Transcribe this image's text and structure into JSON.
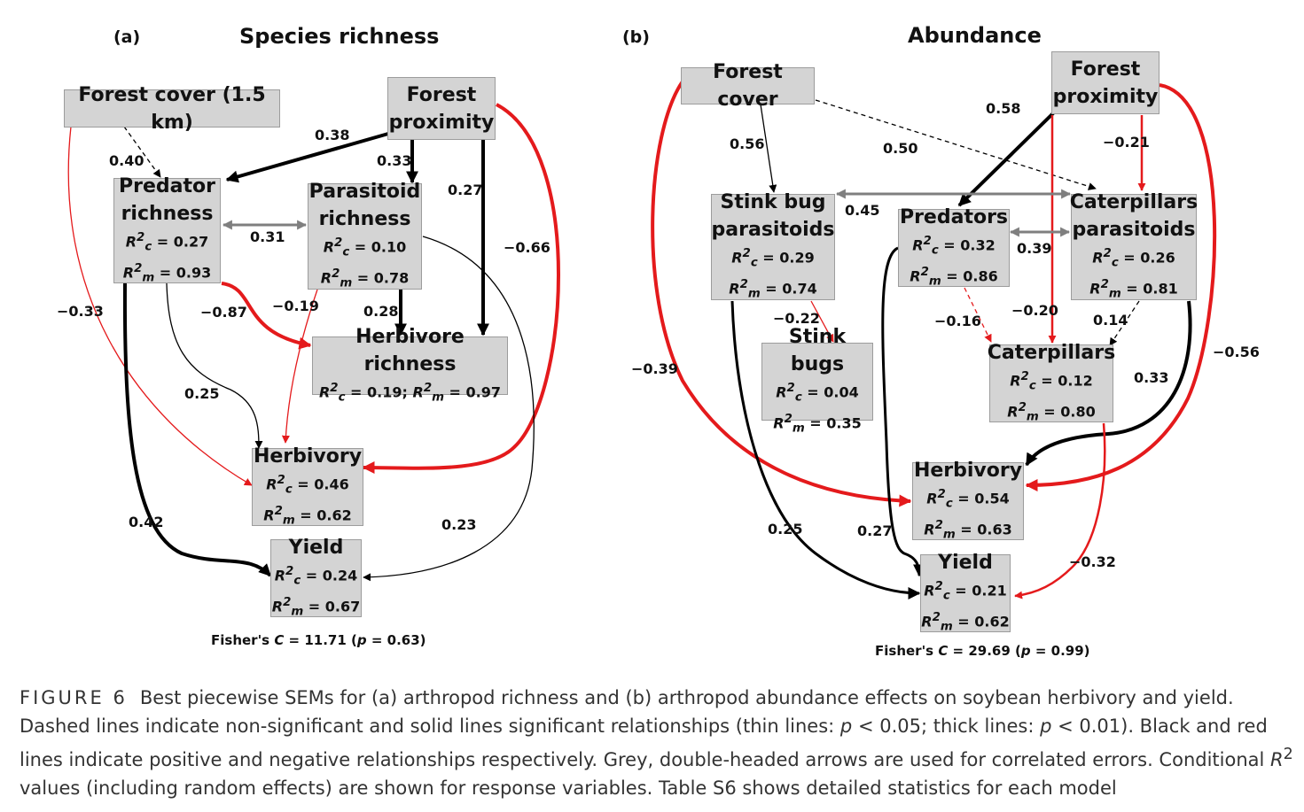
{
  "panel_a": {
    "letter": "(a)",
    "title": "Species richness",
    "nodes": {
      "forest_cover": {
        "title": "Forest cover (1.5 km)"
      },
      "forest_proximity": {
        "line1": "Forest",
        "line2": "proximity"
      },
      "predator": {
        "line1": "Predator",
        "line2": "richness",
        "r2c": "0.27",
        "r2m": "0.93"
      },
      "parasitoid": {
        "line1": "Parasitoid",
        "line2": "richness",
        "r2c": "0.10",
        "r2m": "0.78"
      },
      "herbivore": {
        "title": "Herbivore richness",
        "r2c": "0.19",
        "r2m": "0.97"
      },
      "herbivory": {
        "title": "Herbivory",
        "r2c": "0.46",
        "r2m": "0.62"
      },
      "yield": {
        "title": "Yield",
        "r2c": "0.24",
        "r2m": "0.67"
      }
    },
    "labels": {
      "l038": "0.38",
      "l040": "0.40",
      "l033a": "0.33",
      "l027": "0.27",
      "l066": "−0.66",
      "l031": "0.31",
      "l033b": "−0.33",
      "l087": "−0.87",
      "l019": "−0.19",
      "l028": "0.28",
      "l025": "0.25",
      "l042": "0.42",
      "l023": "0.23"
    },
    "fisher": {
      "prefix": "Fisher's ",
      "c": "C",
      "value": " = 11.71 (",
      "p": "p",
      "pval": " = 0.63)"
    }
  },
  "panel_b": {
    "letter": "(b)",
    "title": "Abundance",
    "nodes": {
      "forest_cover": {
        "title": "Forest cover"
      },
      "forest_proximity": {
        "line1": "Forest",
        "line2": "proximity"
      },
      "stinkbug_paras": {
        "line1": "Stink bug",
        "line2": "parasitoids",
        "r2c": "0.29",
        "r2m": "0.74"
      },
      "predators": {
        "title": "Predators",
        "r2c": "0.32",
        "r2m": "0.86"
      },
      "cat_paras": {
        "line1": "Caterpillars",
        "line2": "parasitoids",
        "r2c": "0.26",
        "r2m": "0.81"
      },
      "stinkbugs": {
        "title": "Stink bugs",
        "r2c": "0.04",
        "r2m": "0.35"
      },
      "caterpillars": {
        "title": "Caterpillars",
        "r2c": "0.12",
        "r2m": "0.80"
      },
      "herbivory": {
        "title": "Herbivory",
        "r2c": "0.54",
        "r2m": "0.63"
      },
      "yield": {
        "title": "Yield",
        "r2c": "0.21",
        "r2m": "0.62"
      }
    },
    "labels": {
      "l058": "0.58",
      "l056": "0.56",
      "l050": "0.50",
      "l021": "−0.21",
      "l045": "0.45",
      "l039": "0.39",
      "l022": "−0.22",
      "l016": "−0.16",
      "l020": "−0.20",
      "l014": "0.14",
      "l039n": "−0.39",
      "l056n": "−0.56",
      "l033": "0.33",
      "l025": "0.25",
      "l027": "0.27",
      "l032": "−0.32"
    },
    "fisher": {
      "prefix": "Fisher's ",
      "c": "C",
      "value": " = 29.69 (",
      "p": "p",
      "pval": " = 0.99)"
    }
  },
  "r2_labels": {
    "r": "R",
    "sup": "2",
    "c": "c",
    "m": "m"
  },
  "caption": {
    "figure": "FIGURE 6",
    "text_part1": "Best piecewise SEMs for (a) arthropod richness and (b) arthropod abundance effects on soybean herbivory and yield. Dashed lines indicate non-significant and solid lines significant relationships (thin lines: ",
    "p1": "p",
    "mid1": " < 0.05; thick lines: ",
    "p2": "p",
    "mid2": " < 0.01). Black and red lines indicate positive and negative relationships respectively. Grey, double-headed arrows are used for correlated errors. Conditional ",
    "r": "R",
    "sup": "2",
    "text_part2": " values (including random effects) are shown for response variables. Table S6 shows detailed statistics for each model"
  },
  "colors": {
    "positive": "#000000",
    "negative": "#e41a1c",
    "correlated": "#7f7f7f",
    "node_fill": "#d4d4d4"
  }
}
